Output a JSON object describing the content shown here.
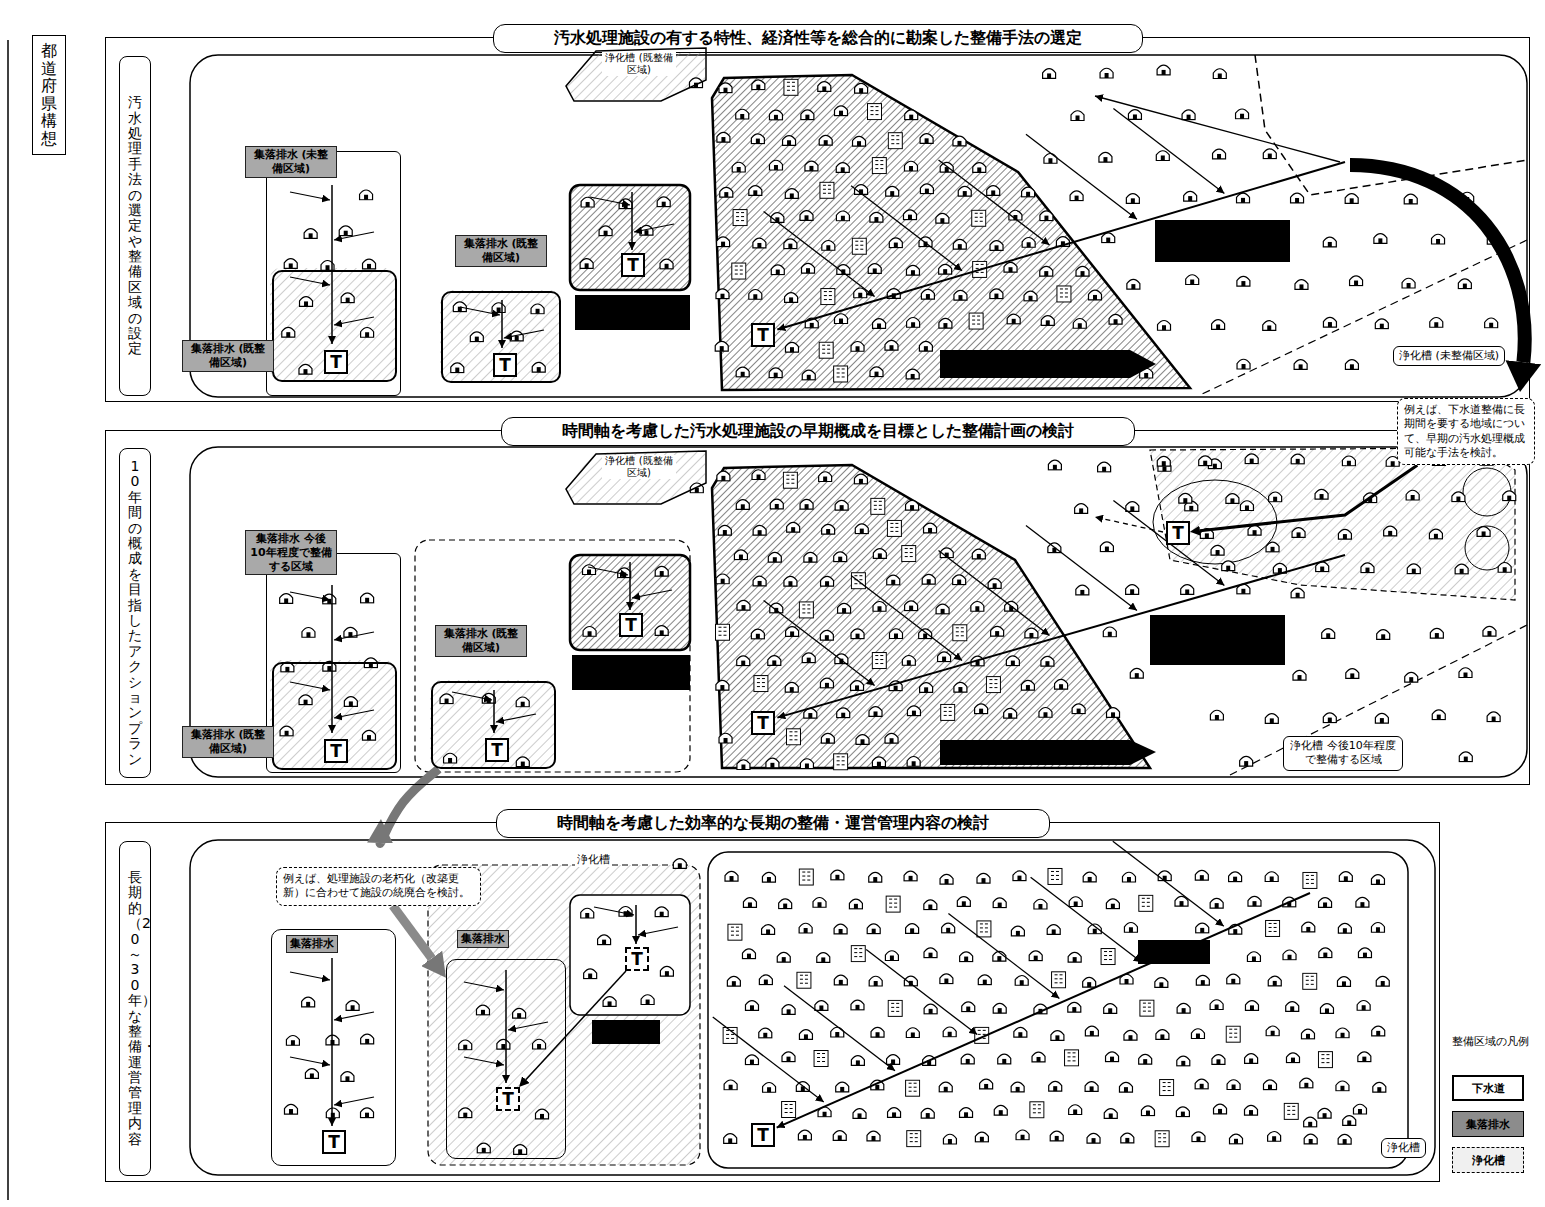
{
  "diagram": {
    "nodes": [
      {
        "text": [
          "都道府県構想"
        ]
      },
      {
        "text": [
          "汚水処理施設の有する特性、経済性等を総合的に勘案した整備手法の選定"
        ]
      },
      {
        "text": [
          "汚水処理手法の選定や整備区域の設定"
        ],
        "in": 1
      },
      {
        "text": [
          "浄化槽 (既整備区域)"
        ],
        "in": 1
      },
      {
        "text": [
          "集落排水 (未整備区域)"
        ],
        "in": 1
      },
      {
        "text": [
          "集落排水 (既整備区域)"
        ],
        "in": 4
      },
      {
        "text": [
          "T"
        ],
        "in": 5
      },
      {
        "text": [
          "集落排水 (既整備区域)"
        ],
        "in": 1
      },
      {
        "text": [
          "T"
        ],
        "in": 7
      },
      {
        "text": [
          "T"
        ],
        "in": 1
      },
      {
        "text": [
          "T"
        ],
        "in": 1
      },
      {
        "text": [
          "浄化槽 (未整備区域)"
        ],
        "in": 1
      },
      {
        "text": [
          "時間軸を考慮した汚水処理施設の早期概成を目標とした整備計画の検討"
        ]
      },
      {
        "text": [
          "10年間の概成を目指したアクションプラン"
        ],
        "in": 12
      },
      {
        "text": [
          "浄化槽 (既整備区域)"
        ],
        "in": 12
      },
      {
        "text": [
          "集落排水 今後10年程度で整備する区域"
        ],
        "in": 12
      },
      {
        "text": [
          "集落排水 (既整備区域)"
        ],
        "in": 15
      },
      {
        "text": [
          "T"
        ],
        "in": 16
      },
      {
        "text": [
          "集落排水 (既整備区域)"
        ],
        "in": 12
      },
      {
        "text": [
          "T"
        ],
        "in": 18
      },
      {
        "text": [
          "T"
        ],
        "in": 12
      },
      {
        "text": [
          "T"
        ],
        "in": 12
      },
      {
        "text": [
          "T"
        ],
        "in": 12
      },
      {
        "text": [
          "浄化槽 今後10年程度で整備する区域"
        ],
        "in": 12
      },
      {
        "text": [
          "例えば、下水道整備に長期間を要する地域について、早期の汚水処理概成可能な手法を検討。"
        ]
      },
      {
        "text": [
          "時間軸を考慮した効率的な長期の整備・運営管理内容の検討"
        ]
      },
      {
        "text": [
          "長期的（20～30年）な整備・運営管理内容"
        ],
        "in": 25
      },
      {
        "text": [
          "例えば、処理施設の老朽化（改築更新）に合わせて施設の統廃合を検討。"
        ],
        "in": 25
      },
      {
        "text": [
          "集落排水"
        ],
        "in": 25
      },
      {
        "text": [
          "T"
        ],
        "in": 28
      },
      {
        "text": [
          "集落排水"
        ],
        "in": 25
      },
      {
        "text": [
          "T"
        ],
        "in": 30
      },
      {
        "text": [
          "T"
        ],
        "in": 25
      },
      {
        "text": [
          "T"
        ],
        "in": 25
      },
      {
        "text": [
          "浄化槽"
        ],
        "in": 25
      }
    ],
    "edges": [
      {
        "from": 18,
        "to": 27,
        "arrow": "to"
      },
      {
        "from": 27,
        "to": 30,
        "arrow": "to"
      },
      {
        "from": 32,
        "to": 31,
        "arrow": "to"
      },
      {
        "from": 24,
        "to": 22,
        "arrow": "to"
      }
    ],
    "labels": [
      "浄化槽",
      "整備区域の凡例"
    ],
    "legend": [
      {
        "text": "下水道",
        "color": "#ffffff"
      },
      {
        "text": "集落排水",
        "color": "#8c8c8c"
      },
      {
        "text": "浄化槽",
        "color": "#f0f0f0"
      }
    ]
  }
}
